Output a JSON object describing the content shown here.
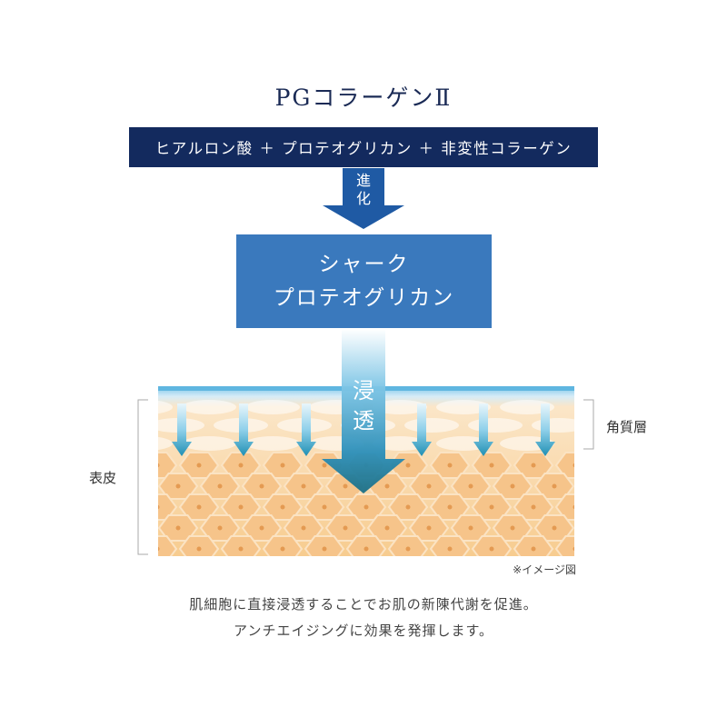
{
  "title": "PGコラーゲンⅡ",
  "ingredients": "ヒアルロン酸 ＋ プロテオグリカン ＋ 非変性コラーゲン",
  "evolve": [
    "進",
    "化"
  ],
  "product": {
    "line1": "シャーク",
    "line2": "プロテオグリカン"
  },
  "penetrate": [
    "浸",
    "透"
  ],
  "labels": {
    "epidermis": "表皮",
    "stratum_corneum": "角質層"
  },
  "note": "※イメージ図",
  "caption": [
    "肌細胞に直接浸透することでお肌の新陳代謝を促進。",
    "アンチエイジングに効果を発揮します。"
  ],
  "colors": {
    "navy": "#132a5e",
    "blue_box": "#3a79bd",
    "skin_orange": "#f5c27c",
    "cell_light": "#fbe1b8",
    "teal_arrow": "#1f8fb3"
  }
}
